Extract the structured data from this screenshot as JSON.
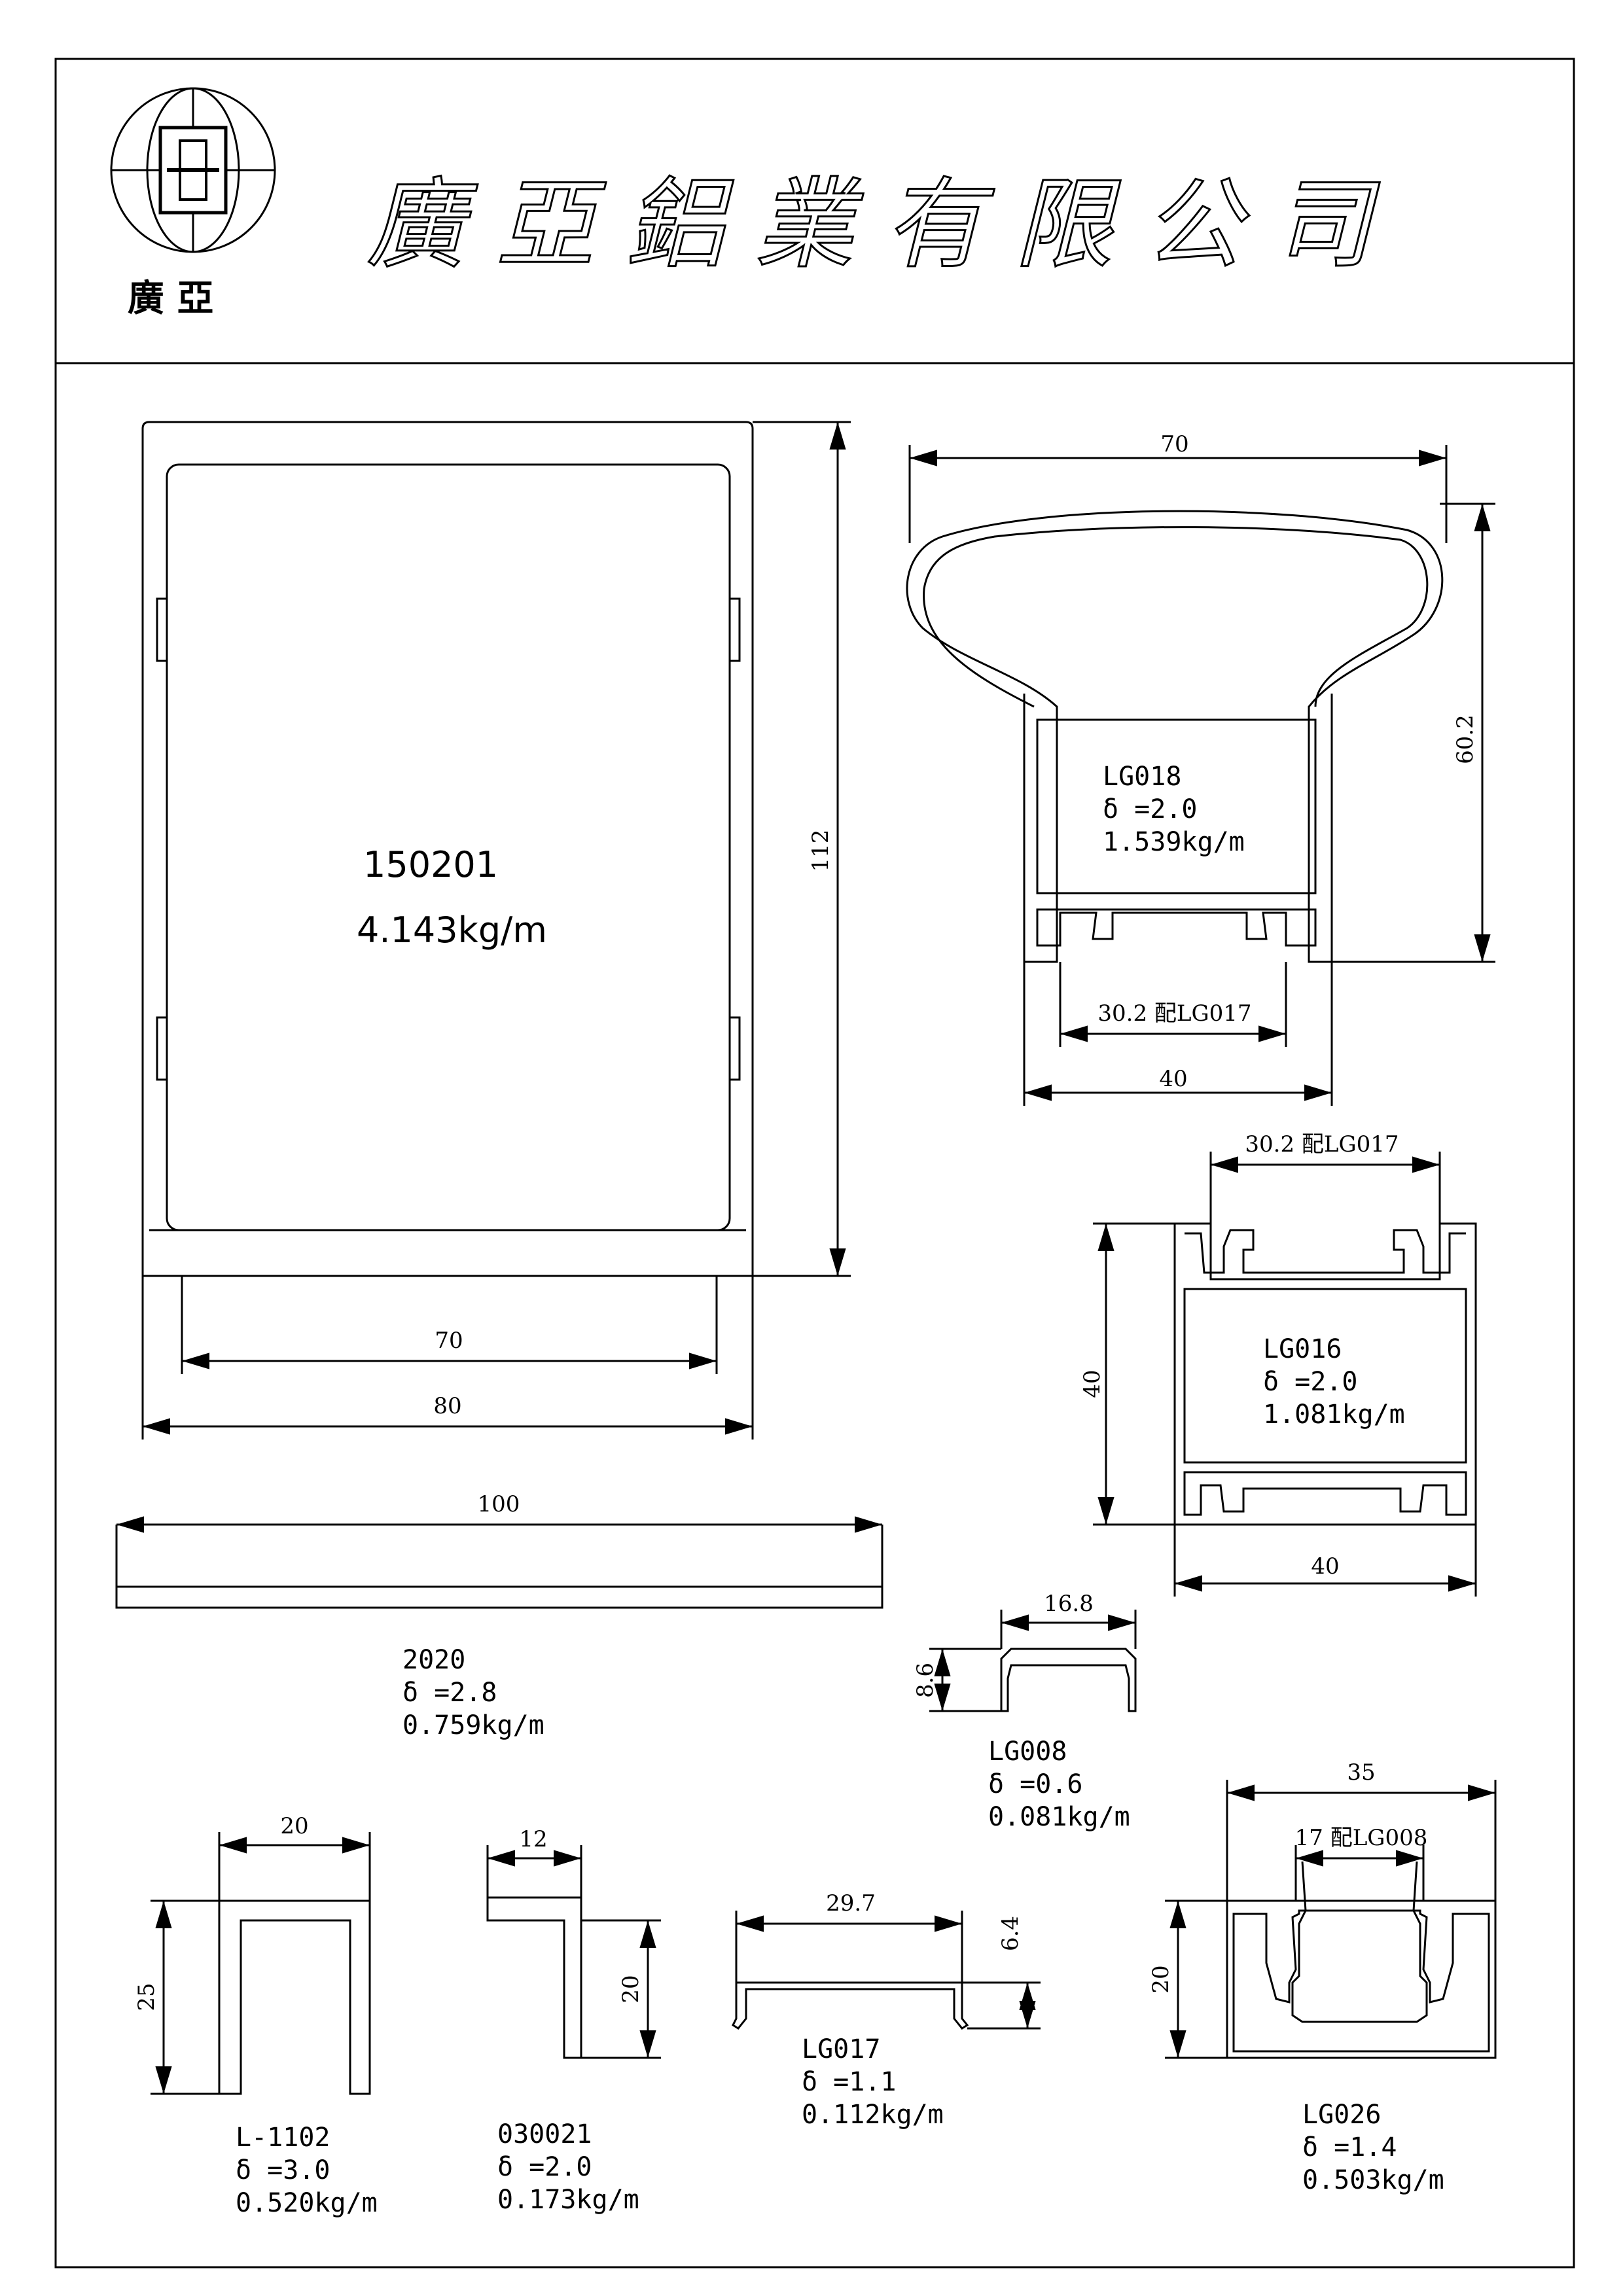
{
  "header": {
    "company_name": "廣亞鋁業有限公司",
    "logo_text": "廣 亞"
  },
  "profiles": {
    "p150201": {
      "code": "150201",
      "weight": "4.143kg/m",
      "dim_height": "112",
      "dim_inner_width": "70",
      "dim_width": "80"
    },
    "lg018": {
      "code": "LG018",
      "thickness": "δ =2.0",
      "weight": "1.539kg/m",
      "dim_top": "70",
      "dim_height": "60.2",
      "dim_slot": "30.2 配LG017",
      "dim_width": "40"
    },
    "lg016": {
      "code": "LG016",
      "thickness": "δ =2.0",
      "weight": "1.081kg/m",
      "dim_slot": "30.2 配LG017",
      "dim_height": "40",
      "dim_width": "40"
    },
    "p2020": {
      "code": "2020",
      "thickness": "δ =2.8",
      "weight": "0.759kg/m",
      "dim_width": "100"
    },
    "lg008": {
      "code": "LG008",
      "thickness": "δ =0.6",
      "weight": "0.081kg/m",
      "dim_width": "16.8",
      "dim_height": "8.6"
    },
    "l1102": {
      "code": "L-1102",
      "thickness": "δ =3.0",
      "weight": "0.520kg/m",
      "dim_width": "20",
      "dim_height": "25"
    },
    "p030021": {
      "code": "030021",
      "thickness": "δ =2.0",
      "weight": "0.173kg/m",
      "dim_width": "12",
      "dim_height": "20"
    },
    "lg017": {
      "code": "LG017",
      "thickness": "δ =1.1",
      "weight": "0.112kg/m",
      "dim_width": "29.7",
      "dim_height": "6.4"
    },
    "lg026": {
      "code": "LG026",
      "thickness": "δ =1.4",
      "weight": "0.503kg/m",
      "dim_width": "35",
      "dim_slot": "17 配LG008",
      "dim_height": "20"
    }
  }
}
